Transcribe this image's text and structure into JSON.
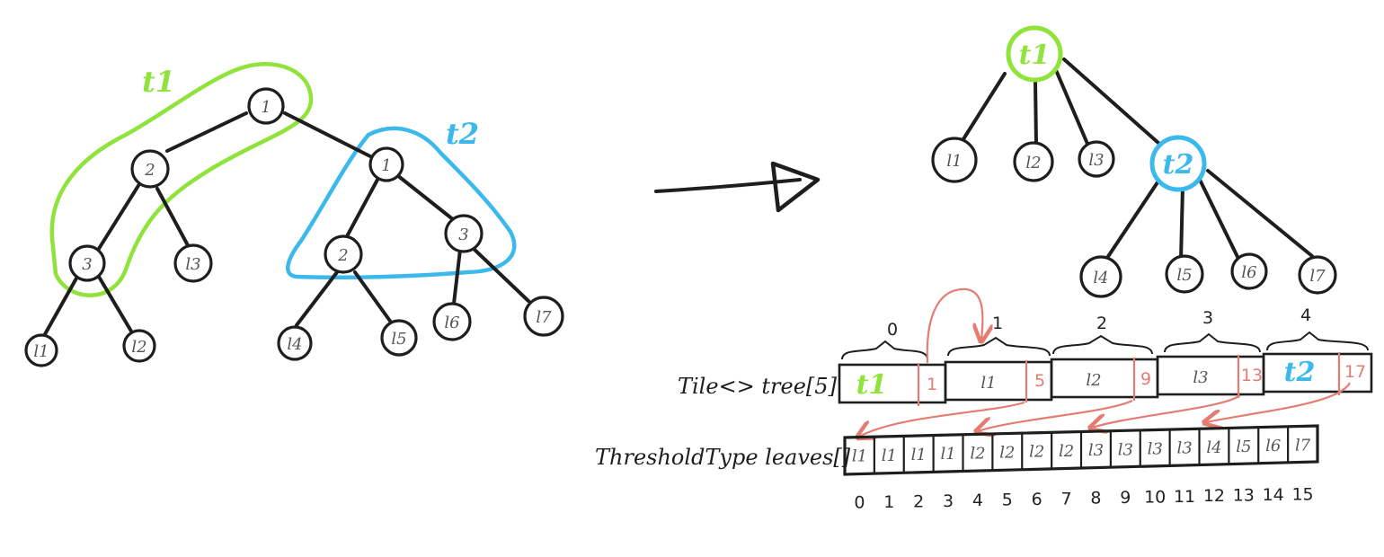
{
  "colors": {
    "green": "#8fe33a",
    "blue": "#3bb8ec",
    "red": "#e47c72",
    "ink": "#1e1e1e",
    "gray": "#555555"
  },
  "left_tree": {
    "tile_labels": [
      "t1",
      "t2"
    ],
    "nodes": [
      "1",
      "2",
      "3",
      "l3",
      "l1",
      "l2",
      "1",
      "2",
      "3",
      "l4",
      "l5",
      "l6",
      "l7"
    ]
  },
  "right_tree": {
    "root": "t1",
    "t1_leaves": [
      "l1",
      "l2",
      "l3"
    ],
    "child_tile": "t2",
    "t2_leaves": [
      "l4",
      "l5",
      "l6",
      "l7"
    ]
  },
  "tile_array": {
    "label": "Tile<> tree[5]",
    "indices": [
      "0",
      "1",
      "2",
      "3",
      "4"
    ],
    "tiles": [
      {
        "name": "t1",
        "offset": "1"
      },
      {
        "name": "l1",
        "offset": "5"
      },
      {
        "name": "l2",
        "offset": "9"
      },
      {
        "name": "l3",
        "offset": "13"
      },
      {
        "name": "t2",
        "offset": "17"
      }
    ]
  },
  "leaves_array": {
    "label": "ThresholdType leaves[]",
    "cells": [
      "l1",
      "l1",
      "l1",
      "l1",
      "l2",
      "l2",
      "l2",
      "l2",
      "l3",
      "l3",
      "l3",
      "l3",
      "l4",
      "l5",
      "l6",
      "l7"
    ],
    "indices": [
      "0",
      "1",
      "2",
      "3",
      "4",
      "5",
      "6",
      "7",
      "8",
      "9",
      "10",
      "11",
      "12",
      "13",
      "14",
      "15"
    ]
  }
}
